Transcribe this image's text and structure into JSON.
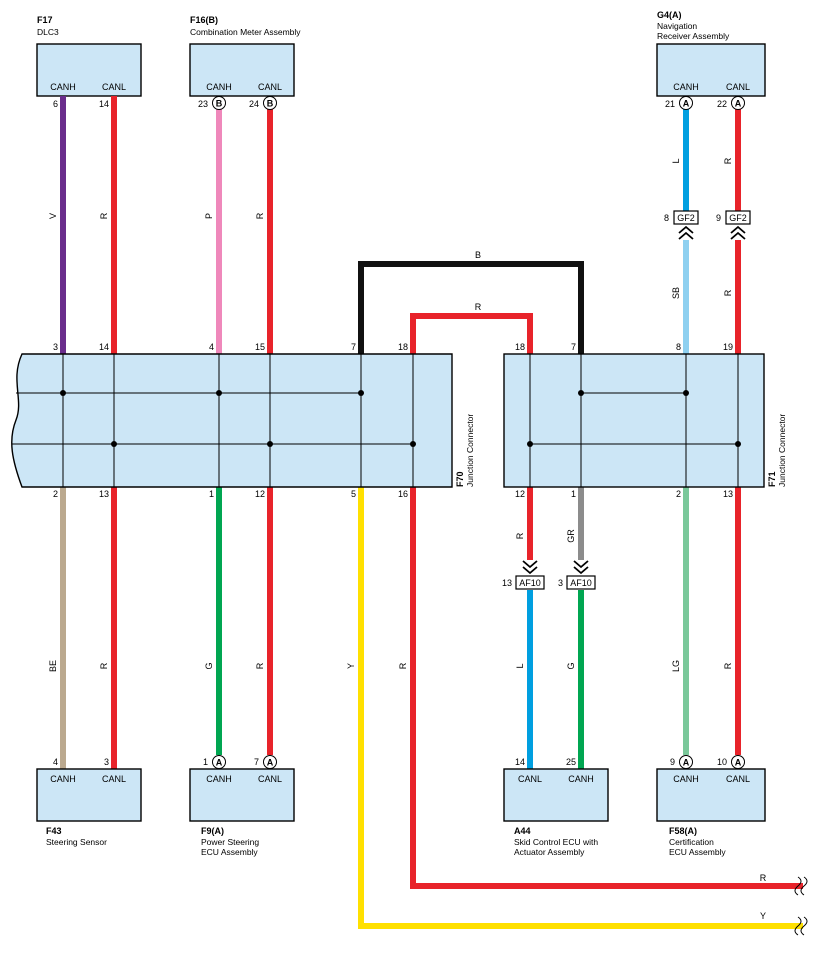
{
  "colors": {
    "V": "#6a2d8c",
    "R": "#e8232a",
    "P": "#ef88bb",
    "B": "#111111",
    "L": "#009fe0",
    "SB": "#8ed0f0",
    "BE": "#bba98f",
    "G": "#00a651",
    "Y": "#ffe000",
    "GR": "#8c8c8c",
    "LG": "#7ac89a",
    "connector_fill": "#cce6f6"
  },
  "top_components": [
    {
      "id": "F17",
      "name_lines": [
        "DLC3"
      ],
      "terminals": [
        {
          "signal": "CANH",
          "pin": "6",
          "badge": ""
        },
        {
          "signal": "CANL",
          "pin": "14",
          "badge": ""
        }
      ]
    },
    {
      "id": "F16(B)",
      "name_lines": [
        "Combination Meter Assembly"
      ],
      "terminals": [
        {
          "signal": "CANH",
          "pin": "23",
          "badge": "B"
        },
        {
          "signal": "CANL",
          "pin": "24",
          "badge": "B"
        }
      ]
    },
    {
      "id": "G4(A)",
      "name_lines": [
        "Navigation",
        "Receiver Assembly"
      ],
      "terminals": [
        {
          "signal": "CANH",
          "pin": "21",
          "badge": "A"
        },
        {
          "signal": "CANL",
          "pin": "22",
          "badge": "A"
        }
      ]
    }
  ],
  "bottom_components": [
    {
      "id": "F43",
      "name_lines": [
        "Steering Sensor"
      ],
      "terminals": [
        {
          "signal": "CANH",
          "pin": "4",
          "badge": ""
        },
        {
          "signal": "CANL",
          "pin": "3",
          "badge": ""
        }
      ]
    },
    {
      "id": "F9(A)",
      "name_lines": [
        "Power Steering",
        "ECU Assembly"
      ],
      "terminals": [
        {
          "signal": "CANH",
          "pin": "1",
          "badge": "A"
        },
        {
          "signal": "CANL",
          "pin": "7",
          "badge": "A"
        }
      ]
    },
    {
      "id": "A44",
      "name_lines": [
        "Skid Control ECU with",
        "Actuator Assembly"
      ],
      "terminals": [
        {
          "signal": "CANL",
          "pin": "14",
          "badge": ""
        },
        {
          "signal": "CANH",
          "pin": "25",
          "badge": ""
        }
      ]
    },
    {
      "id": "F58(A)",
      "name_lines": [
        "Certification",
        "ECU Assembly"
      ],
      "terminals": [
        {
          "signal": "CANH",
          "pin": "9",
          "badge": "A"
        },
        {
          "signal": "CANL",
          "pin": "10",
          "badge": "A"
        }
      ]
    }
  ],
  "junctions": [
    {
      "id": "F70",
      "name": "Junction Connector",
      "top_pins": [
        "3",
        "14",
        "4",
        "15",
        "7",
        "18"
      ],
      "bottom_pins": [
        "2",
        "13",
        "1",
        "12",
        "5",
        "16"
      ]
    },
    {
      "id": "F71",
      "name": "Junction Connector",
      "top_pins": [
        "18",
        "7",
        "8",
        "19"
      ],
      "bottom_pins": [
        "12",
        "1",
        "2",
        "13"
      ]
    }
  ],
  "inline_connectors": [
    {
      "label": "GF2",
      "pins": [
        "8",
        "9"
      ]
    },
    {
      "label": "AF10",
      "pins": [
        "13",
        "3"
      ]
    }
  ],
  "wire_colors": {
    "f17": [
      "V",
      "R"
    ],
    "f16": [
      "P",
      "R"
    ],
    "g4": [
      "L",
      "R"
    ],
    "g4_lower": [
      "SB",
      "R"
    ],
    "bridge_upper": "B",
    "bridge_lower": "R",
    "f43": [
      "BE",
      "R"
    ],
    "f9": [
      "G",
      "R"
    ],
    "f70_out": [
      "Y",
      "R"
    ],
    "a44_upper": [
      "R",
      "GR"
    ],
    "a44_lower": [
      "L",
      "G"
    ],
    "f58": [
      "LG",
      "R"
    ],
    "exit_upper": "R",
    "exit_lower": "Y"
  }
}
